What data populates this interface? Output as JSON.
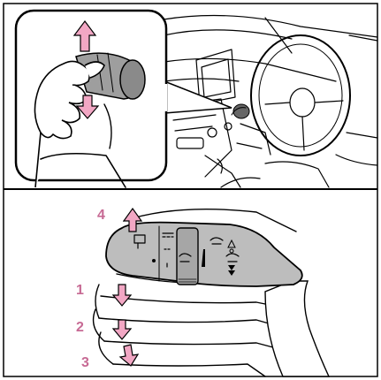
{
  "figure": {
    "top_panel": {
      "inset_icon": "hand-gripping-wiper-stalk",
      "scene_icon": "dashboard-steering-wheel"
    },
    "bottom_panel": {
      "stalk_icon": "wiper-lever",
      "stalk_symbols": [
        "front-washer-icon",
        "mist-icon",
        "off-marker",
        "int-icon",
        "low-speed-icon",
        "high-speed-icon",
        "rear-wiper-icon"
      ],
      "position_labels": [
        "4",
        "1",
        "2",
        "3"
      ]
    },
    "colors": {
      "arrow_fill": "#f2a7c4",
      "label_color": "#c76a94",
      "lever_fill": "#bdbdbd",
      "line": "#000000"
    }
  }
}
